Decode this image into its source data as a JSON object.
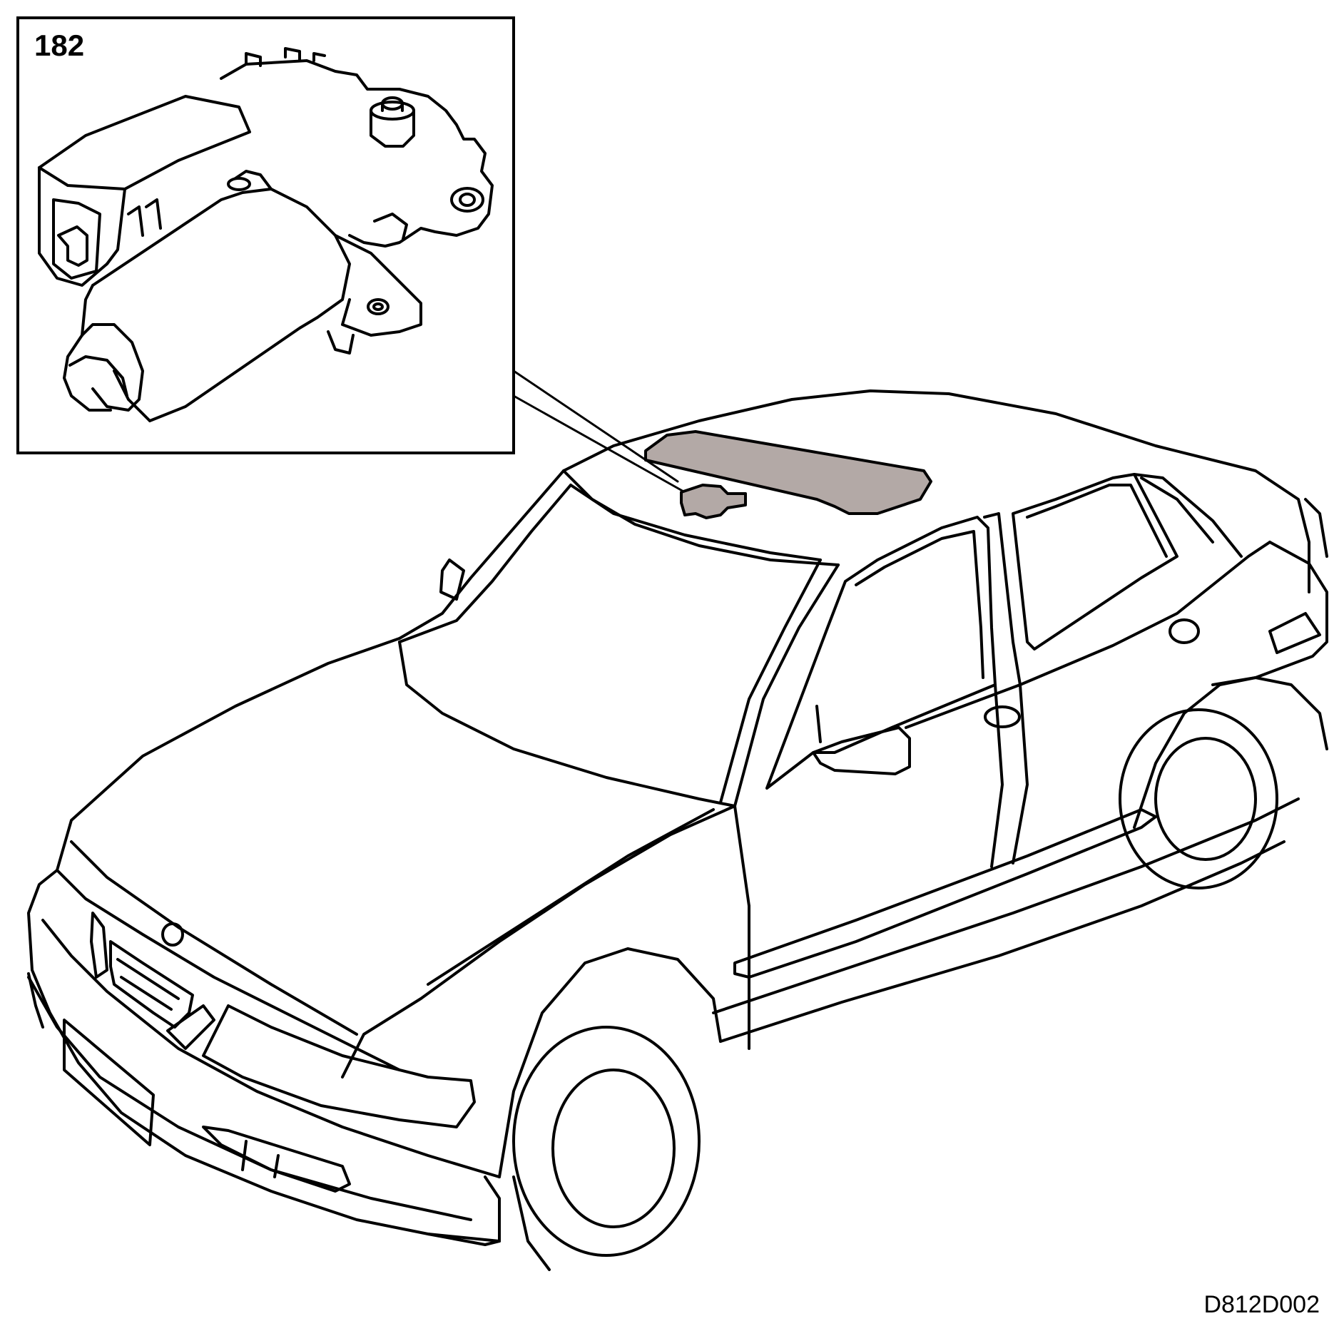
{
  "diagram": {
    "callout_number": "182",
    "drawing_code": "D812D002",
    "colors": {
      "line": "#000000",
      "highlight_fill": "#b3a9a6",
      "background": "#ffffff"
    },
    "components": [
      {
        "id": "sunroof-motor-detail",
        "icon": "electric-motor-icon"
      },
      {
        "id": "car-body",
        "icon": "car-icon"
      },
      {
        "id": "sunroof-panel",
        "icon": "sunroof-icon"
      },
      {
        "id": "motor-location-marker",
        "icon": "motor-marker-icon"
      }
    ]
  }
}
